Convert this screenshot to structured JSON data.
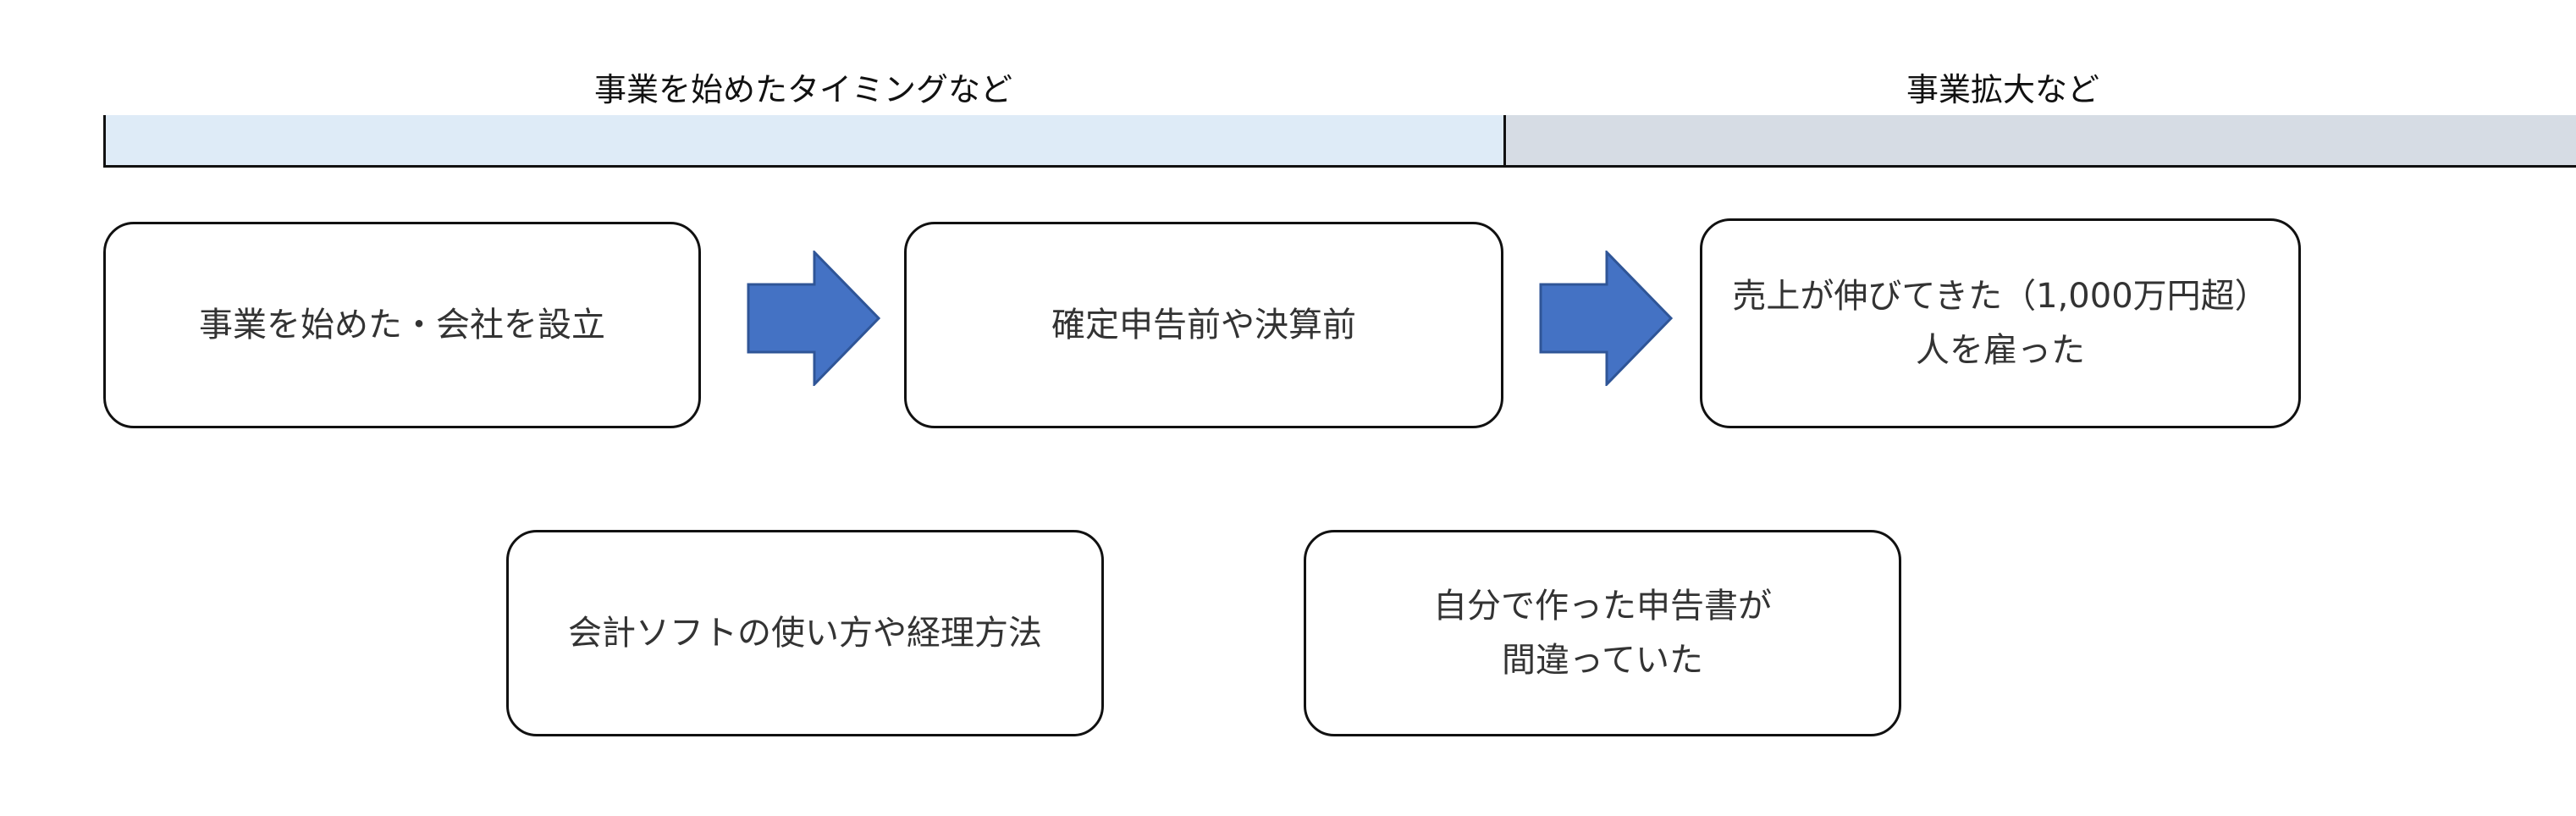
{
  "header": {
    "left_label": "事業を始めたタイミングなど",
    "right_label": "事業拡大など"
  },
  "boxes": {
    "start": {
      "line1": "事業を始めた・会社を設立"
    },
    "before_filing": {
      "line1": "確定申告前や決算前"
    },
    "expansion": {
      "line1": "売上が伸びてきた（1,000万円超）",
      "line2": "人を雇った"
    },
    "software": {
      "line1": "会計ソフトの使い方や経理方法"
    },
    "mistake": {
      "line1": "自分で作った申告書が",
      "line2": "間違っていた"
    }
  },
  "colors": {
    "band_left": "#deebf7",
    "band_right": "#d6dce4",
    "arrow_fill": "#4472c4",
    "arrow_stroke": "#2f5597"
  },
  "icons": [
    "right-arrow-icon",
    "right-arrow-icon"
  ]
}
